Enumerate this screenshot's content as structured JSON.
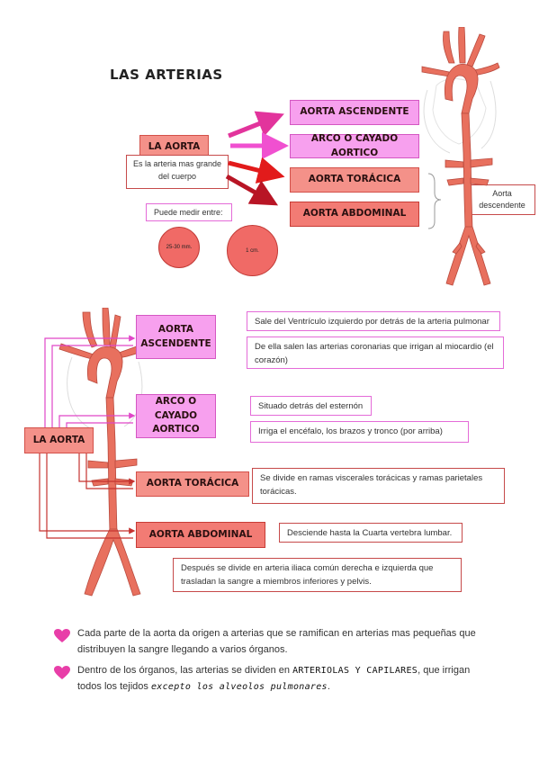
{
  "title": "LAS ARTERIAS",
  "top": {
    "main_label": "LA AORTA",
    "main_desc": "Es la arteria mas grande del cuerpo",
    "measure_label": "Puede medir entre:",
    "circle_small": "25-30 mm.",
    "circle_big": "1 cm.",
    "branches": [
      "AORTA ASCENDENTE",
      "ARCO O CAYADO AORTICO",
      "AORTA TORÁCICA",
      "AORTA ABDOMINAL"
    ],
    "descending_label": "Aorta descendente"
  },
  "bottom": {
    "main_label": "LA AORTA",
    "sections": [
      {
        "label": "AORTA ASCENDENTE",
        "notes": [
          "Sale del Ventrículo izquierdo por detrás de la arteria pulmonar",
          "De ella salen las arterias coronarias que irrigan al miocardio (el corazón)"
        ]
      },
      {
        "label": "ARCO O CAYADO AORTICO",
        "notes": [
          "Situado detrás del esternón",
          "Irriga el encéfalo, los brazos y tronco (por arriba)"
        ]
      },
      {
        "label": "AORTA TORÁCICA",
        "notes": [
          "Se divide en ramas viscerales torácicas y ramas parietales torácicas."
        ]
      },
      {
        "label": "AORTA ABDOMINAL",
        "notes": [
          "Desciende hasta la Cuarta vertebra lumbar.",
          "Después se divide en arteria iliaca común derecha e izquierda que trasladan la sangre a miembros inferiores y pelvis."
        ]
      }
    ]
  },
  "bullets": {
    "b1": "Cada parte de la aorta da origen a arterias que se ramifican en arterias mas pequeñas que distribuyen la sangre llegando a varios órganos.",
    "b2_pre": "Dentro de los órganos, las arterias se dividen en ",
    "b2_em1": "ARTERIOLAS Y CAPILARES",
    "b2_mid": ", que irrigan todos los tejidos ",
    "b2_em2": "excepto los alveolos pulmonares",
    "b2_end": "."
  },
  "colors": {
    "pink": "#f7a0ee",
    "salmon": "#f49189",
    "red": "#f06a66",
    "aorta": "#e8705e",
    "heart": "#e83ea8"
  }
}
